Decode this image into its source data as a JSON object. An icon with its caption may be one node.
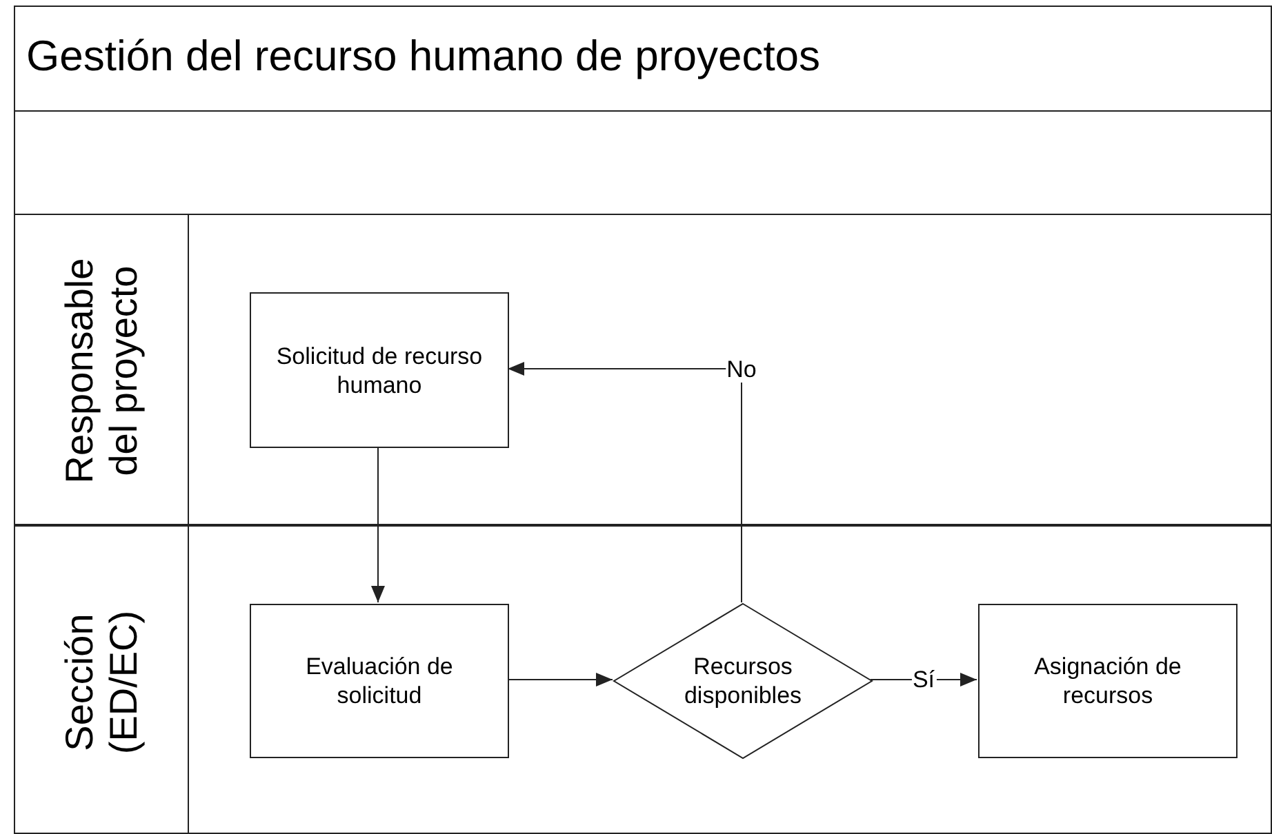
{
  "diagram": {
    "title": "Gestión del recurso humano de proyectos",
    "nodes": [
      {
        "text": [
          "Responsable del proyecto"
        ]
      },
      {
        "text": [
          "Solicitud de recurso humano"
        ],
        "in": 0
      },
      {
        "text": [
          "Sección (ED/EC)"
        ]
      },
      {
        "text": [
          "Evaluación de solicitud"
        ],
        "in": 2
      },
      {
        "text": [
          "Recursos disponibles"
        ],
        "in": 2
      },
      {
        "text": [
          "Asignación de recursos"
        ],
        "in": 2
      }
    ],
    "edges": [
      {
        "from": 1,
        "to": 3,
        "arrow": "to"
      },
      {
        "from": 3,
        "to": 4,
        "arrow": "to"
      },
      {
        "from": 4,
        "to": 5,
        "arrow": "to",
        "label": "Sí"
      },
      {
        "from": 4,
        "to": 1,
        "arrow": "to",
        "label": "No"
      }
    ]
  }
}
